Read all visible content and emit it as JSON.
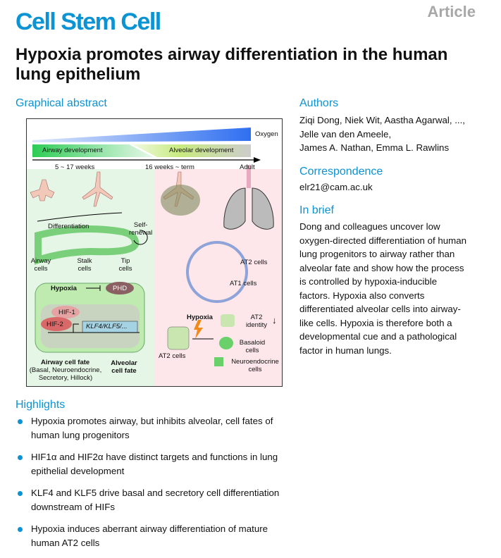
{
  "journal": "Cell Stem Cell",
  "article_type": "Article",
  "title": "Hypoxia promotes airway differentiation in the human lung epithelium",
  "graphical_abstract": {
    "heading": "Graphical abstract",
    "oxygen": "Oxygen",
    "airway_dev": "Airway development",
    "alveolar_dev": "Alveolar development",
    "t1": "5 ~ 17 weeks",
    "t2": "16 weeks ~ term",
    "t3": "Adult",
    "differentiation": "Differentiation",
    "self_renewal": "Self-\nrenewal",
    "airway_cells": "Airway cells",
    "stalk_cells": "Stalk cells",
    "tip_cells": "Tip cells",
    "hypoxia": "Hypoxia",
    "phd": "PHD",
    "hif1": "HIF-1",
    "hif2": "HIF-2",
    "genes": "KLF4/KLF5/...",
    "airway_fate": "Airway cell fate",
    "airway_fate_detail": "(Basal, Neuroendocrine, Secretory, Hillock)",
    "alveolar_fate": "Alveolar cell fate",
    "at2_cells": "AT2 cells",
    "at1_cells": "AT1 cells",
    "at2_identity": "AT2 identity",
    "basaloid": "Basaloid cells",
    "neuroendocrine": "Neuroendocrine cells"
  },
  "highlights": {
    "heading": "Highlights",
    "items": [
      "Hypoxia promotes airway, but inhibits alveolar, cell fates of human lung progenitors",
      "HIF1α and HIF2α have distinct targets and functions in lung epithelial development",
      "KLF4 and KLF5 drive basal and secretory cell differentiation downstream of HIFs",
      "Hypoxia induces aberrant airway differentiation of mature human AT2 cells"
    ]
  },
  "authors": {
    "heading": "Authors",
    "lines": [
      "Ziqi Dong, Niek Wit, Aastha Agarwal, ...,",
      "Jelle van den Ameele,",
      "James A. Nathan, Emma L. Rawlins"
    ]
  },
  "correspondence": {
    "heading": "Correspondence",
    "email": "elr21@cam.ac.uk"
  },
  "in_brief": {
    "heading": "In brief",
    "text": "Dong and colleagues uncover low oxygen-directed differentiation of human lung progenitors to airway rather than alveolar fate and show how the process is controlled by hypoxia-inducible factors. Hypoxia also converts differentiated alveolar cells into airway-like cells. Hypoxia is therefore both a developmental cue and a pathological factor in human lungs."
  }
}
